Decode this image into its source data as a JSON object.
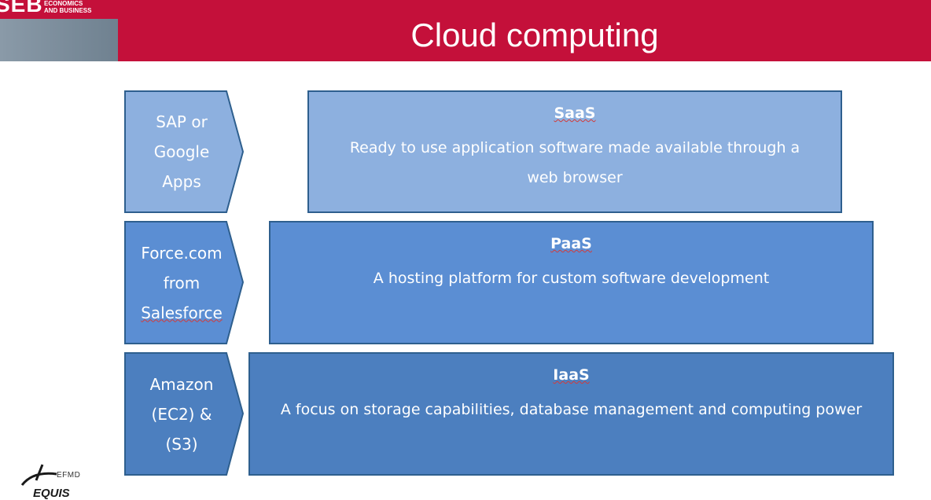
{
  "header": {
    "logo_main": "SEB",
    "logo_sub_line1": "ECONOMICS",
    "logo_sub_line2": "AND BUSINESS",
    "title": "Cloud computing"
  },
  "examples": [
    {
      "lines": [
        "SAP or",
        "Google",
        "Apps"
      ]
    },
    {
      "lines": [
        "Force.com",
        "from",
        "Salesforce"
      ]
    },
    {
      "lines": [
        "Amazon",
        "(EC2) &",
        "(S3)"
      ]
    }
  ],
  "layers": [
    {
      "name": "SaaS",
      "desc_line1": "Ready to use application software  made available through a",
      "desc_line2": "web browser"
    },
    {
      "name": "PaaS",
      "desc_line1": "A hosting platform for custom software development",
      "desc_line2": ""
    },
    {
      "name": "IaaS",
      "desc_line1": "A focus on storage capabilities,  database management  and computing  power",
      "desc_line2": ""
    }
  ],
  "footer_logo": {
    "efmd": "EFMD",
    "equis": "EQUIS"
  },
  "colors": {
    "header": "#c4103a",
    "saas": "#8db0df",
    "paas": "#5b8ed3",
    "iaas": "#4c7fbf",
    "arrow_saas": "#8db0df",
    "arrow_paas": "#5b8ed3",
    "arrow_iaas": "#4c7fbf"
  }
}
